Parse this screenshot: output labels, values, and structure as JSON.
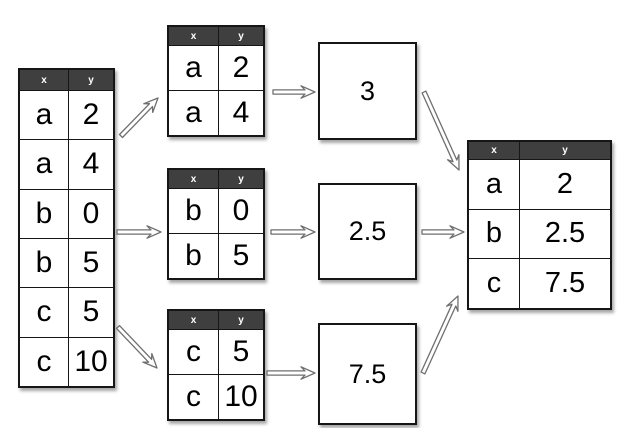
{
  "source_table": {
    "headers": [
      "x",
      "y"
    ],
    "rows": [
      [
        "a",
        "2"
      ],
      [
        "a",
        "4"
      ],
      [
        "b",
        "0"
      ],
      [
        "b",
        "5"
      ],
      [
        "c",
        "5"
      ],
      [
        "c",
        "10"
      ]
    ]
  },
  "group_tables": [
    {
      "headers": [
        "x",
        "y"
      ],
      "rows": [
        [
          "a",
          "2"
        ],
        [
          "a",
          "4"
        ]
      ]
    },
    {
      "headers": [
        "x",
        "y"
      ],
      "rows": [
        [
          "b",
          "0"
        ],
        [
          "b",
          "5"
        ]
      ]
    },
    {
      "headers": [
        "x",
        "y"
      ],
      "rows": [
        [
          "c",
          "5"
        ],
        [
          "c",
          "10"
        ]
      ]
    }
  ],
  "summary_boxes": [
    "3",
    "2.5",
    "7.5"
  ],
  "combined_table": {
    "headers": [
      "x",
      "y"
    ],
    "rows": [
      [
        "a",
        "2"
      ],
      [
        "b",
        "2.5"
      ],
      [
        "c",
        "7.5"
      ]
    ]
  },
  "colors": {
    "header_bg": "#3f3f3f",
    "header_text": "#ffffff",
    "table_border": "#161616",
    "arrow_fill": "#ffffff",
    "arrow_outline": "#6f6f6f",
    "background": "#ffffff",
    "cell_text": "#000000"
  }
}
